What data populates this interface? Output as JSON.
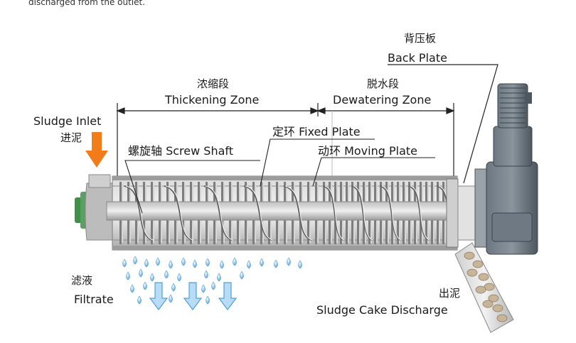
{
  "top_caption": "discharged from the outlet.",
  "labels": {
    "back_plate_cn": "背压板",
    "back_plate_en": "Back Plate",
    "thickening_cn": "浓缩段",
    "thickening_en": "Thickening Zone",
    "dewatering_cn": "脱水段",
    "dewatering_en": "Dewatering Zone",
    "sludge_inlet_en": "Sludge Inlet",
    "sludge_inlet_cn": "进泥",
    "fixed_plate": "定环 Fixed Plate",
    "screw_shaft": "螺旋轴 Screw Shaft",
    "moving_plate": "动环 Moving Plate",
    "filtrate_cn": "滤液",
    "filtrate_en": "Filtrate",
    "cake_cn": "出泥",
    "cake_en": "Sludge Cake Discharge"
  },
  "colors": {
    "arrow_orange": "#f07d1a",
    "filtrate_blue": "#5aa7dc",
    "frame_gray": "#8c8c8c",
    "motor_gray": "#5b6670",
    "flange_green": "#3f8f4a"
  }
}
